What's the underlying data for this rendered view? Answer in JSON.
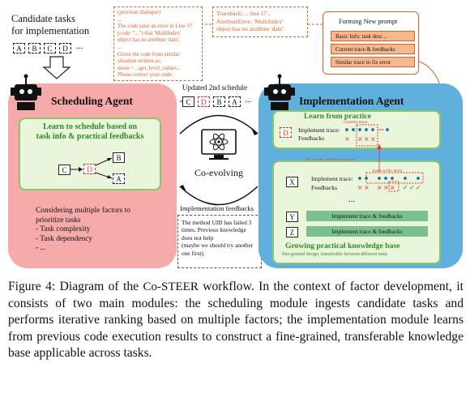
{
  "candidate": {
    "line1": "Candidate tasks",
    "line2": "for implementation",
    "tasks": [
      "A",
      "B",
      "C",
      "D"
    ],
    "ellipsis": "..."
  },
  "notes": {
    "left": [
      "(previous dialogue)",
      "...",
      "The code raise an error in Line 17",
      "(code: \"...\") that 'MultiIndex'",
      "object has no attribute 'date'.",
      "...",
      "Given the code from similar",
      "situation written as:",
      "mean = ...get_level_values...",
      "Please correct your code."
    ],
    "traceback": [
      "Traceback: ... line 17...",
      "AttributeError: 'MultiIndex'",
      "object has no attribute 'date'."
    ]
  },
  "prompt": {
    "title": "Forming New prompt",
    "items": [
      "Basic Info: task desc...",
      "Current trace & feedbacks",
      "Similar trace to fix error"
    ]
  },
  "schedule": {
    "label": "Updated 2nd schedule",
    "tasks": [
      "C",
      "D",
      "B",
      "A"
    ],
    "ellipsis": "..."
  },
  "scheduling_agent": {
    "title": "Scheduling Agent",
    "learn_title": [
      "Learn to schedule based on",
      "task info & practical feedbacks"
    ],
    "nodes": [
      "C",
      "D",
      "B",
      "A"
    ],
    "factors": [
      "Considering multiple factors to",
      "prioritize tasks",
      "- Task complexity",
      "- Task dependency",
      "- ..."
    ]
  },
  "center": {
    "label": "Co-evolving",
    "feedback_label": "Implementation feedbacks",
    "feedback_text": [
      "The method UID has failed 3",
      "times. Previous knowledge",
      "does not help",
      "(maybe we should try another",
      "one first)."
    ]
  },
  "implementation_agent": {
    "title": "Implementation Agent",
    "learn_title": "Learn from practice",
    "current_trace": "Current trace",
    "found_error": "Found similar error",
    "trace_fix": "trace to fix error",
    "row_d": {
      "task": "D",
      "line1": "Implement trace:",
      "line2": "Feedbacks"
    },
    "row_x": {
      "task": "X",
      "line1": "Implement trace:",
      "line2": "Feedbacks"
    },
    "ellipsis": "...",
    "row_y": {
      "task": "Y",
      "label": "Implement trace & feedbacks"
    },
    "row_z": {
      "task": "Z",
      "label": "Implement trace & feedbacks"
    },
    "kb_title": "Growing practical knowledge base",
    "kb_sub": "fine-grained design, transferable between different tasks"
  },
  "caption": {
    "prefix": "Figure 4: Diagram of the ",
    "code": "Co-STEER",
    "suffix": " workflow. In the context of factor development, it consists of two main modules: the scheduling module ingests candidate tasks and performs iterative ranking based on multiple factors; the implementation module learns from previous code execution results to construct a fine-grained, transferable knowledge base applicable across tasks."
  },
  "colors": {
    "orange": "#d9622b",
    "pink": "#f6aaa9",
    "blue": "#5fb0dc",
    "green": "#8cc56b",
    "red": "#d33"
  }
}
